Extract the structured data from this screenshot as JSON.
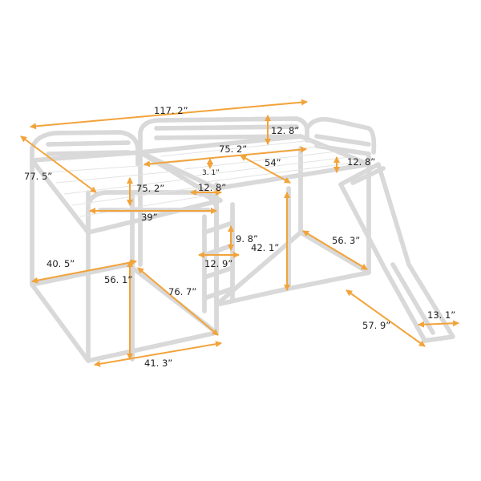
{
  "colors": {
    "dimension_line": "#f2a33a",
    "frame": "#ffffff",
    "frame_outline": "#d9d9d9",
    "text": "#222222"
  },
  "dimensions": {
    "overall_length": "117. 2”",
    "guardrail_height_top": "12. 8”",
    "upper_bed_length": "75. 2”",
    "upper_bed_width": "54”",
    "slide_platform_height": "12. 8”",
    "rail_gap": "3. 1”",
    "left_bed_depth": "77. 5”",
    "left_bed_length": "75. 2”",
    "left_rail_height": "12. 8”",
    "left_bed_width": "39”",
    "ladder_step": "9. 8”",
    "under_bed_height": "42. 1”",
    "slide_base_width": "56. 3”",
    "ladder_width": "12. 9”",
    "left_base_width": "40. 5”",
    "left_height": "56. 1”",
    "left_diagonal": "76. 7”",
    "slide_length": "57. 9”",
    "slide_width": "13. 1”",
    "bottom_width": "41. 3”"
  }
}
